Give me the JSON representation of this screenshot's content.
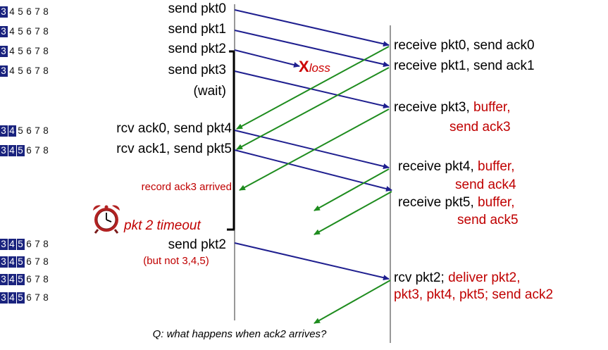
{
  "sender": {
    "events": [
      {
        "id": "s0",
        "text": "send  pkt0"
      },
      {
        "id": "s1",
        "text": "send  pkt1"
      },
      {
        "id": "s2",
        "text": "send  pkt2"
      },
      {
        "id": "s3",
        "text": "send  pkt3"
      },
      {
        "id": "s4",
        "text": "(wait)"
      },
      {
        "id": "s5",
        "text": "rcv ack0, send pkt4"
      },
      {
        "id": "s6",
        "text": "rcv ack1, send pkt5"
      },
      {
        "id": "s7",
        "text": "record ack3 arrived"
      },
      {
        "id": "s8",
        "text": "pkt 2 timeout"
      },
      {
        "id": "s9",
        "text": "send  pkt2"
      },
      {
        "id": "s10",
        "text": "(but not 3,4,5)"
      }
    ]
  },
  "receiver": {
    "events": [
      {
        "id": "r0",
        "parts": [
          {
            "text": "receive pkt0, send ack0",
            "red": false
          }
        ]
      },
      {
        "id": "r1",
        "parts": [
          {
            "text": "receive pkt1, send ack1",
            "red": false
          }
        ]
      },
      {
        "id": "r2",
        "parts": [
          {
            "text": "receive pkt3, ",
            "red": false
          },
          {
            "text": "buffer,",
            "red": true
          }
        ]
      },
      {
        "id": "r3",
        "parts": [
          {
            "text": "send ack3",
            "red": true
          }
        ]
      },
      {
        "id": "r4",
        "parts": [
          {
            "text": "receive pkt4, ",
            "red": false
          },
          {
            "text": "buffer,",
            "red": true
          }
        ]
      },
      {
        "id": "r5",
        "parts": [
          {
            "text": "send ack4",
            "red": true
          }
        ]
      },
      {
        "id": "r6",
        "parts": [
          {
            "text": "receive pkt5, ",
            "red": false
          },
          {
            "text": "buffer,",
            "red": true
          }
        ]
      },
      {
        "id": "r7",
        "parts": [
          {
            "text": "send ack5",
            "red": true
          }
        ]
      },
      {
        "id": "r8",
        "parts": [
          {
            "text": "rcv pkt2; ",
            "red": false
          },
          {
            "text": "deliver pkt2,",
            "red": true
          }
        ]
      },
      {
        "id": "r9",
        "parts": [
          {
            "text": "pkt3, pkt4, pkt5; send ack2",
            "red": true
          }
        ]
      }
    ]
  },
  "loss": {
    "mark": "X",
    "label": "loss"
  },
  "question": "Q: what happens when ack2 arrives?",
  "windows": [
    {
      "digits": [
        "3",
        "4",
        "5",
        "6",
        "7",
        "8"
      ],
      "highlight": [
        0
      ]
    },
    {
      "digits": [
        "3",
        "4",
        "5",
        "6",
        "7",
        "8"
      ],
      "highlight": [
        0
      ]
    },
    {
      "digits": [
        "3",
        "4",
        "5",
        "6",
        "7",
        "8"
      ],
      "highlight": [
        0
      ]
    },
    {
      "digits": [
        "3",
        "4",
        "5",
        "6",
        "7",
        "8"
      ],
      "highlight": [
        0
      ]
    },
    {
      "digits": [
        "3",
        "4",
        "5",
        "6",
        "7",
        "8"
      ],
      "highlight": [
        0,
        1
      ]
    },
    {
      "digits": [
        "3",
        "4",
        "5",
        "6",
        "7",
        "8"
      ],
      "highlight": [
        0,
        1,
        2
      ]
    },
    {
      "digits": [
        "3",
        "4",
        "5",
        "6",
        "7",
        "8"
      ],
      "highlight": [
        0,
        1,
        2
      ]
    },
    {
      "digits": [
        "3",
        "4",
        "5",
        "6",
        "7",
        "8"
      ],
      "highlight": [
        0,
        1,
        2
      ]
    },
    {
      "digits": [
        "3",
        "4",
        "5",
        "6",
        "7",
        "8"
      ],
      "highlight": [
        0,
        1,
        2
      ]
    },
    {
      "digits": [
        "3",
        "4",
        "5",
        "6",
        "7",
        "8"
      ],
      "highlight": [
        0,
        1,
        2
      ]
    }
  ],
  "colors": {
    "data_arrow": "#1f1f8f",
    "ack_arrow": "#1e8c1e",
    "loss": "#cc0000",
    "window_bg": "#1a237e",
    "red_text": "#c00000"
  }
}
